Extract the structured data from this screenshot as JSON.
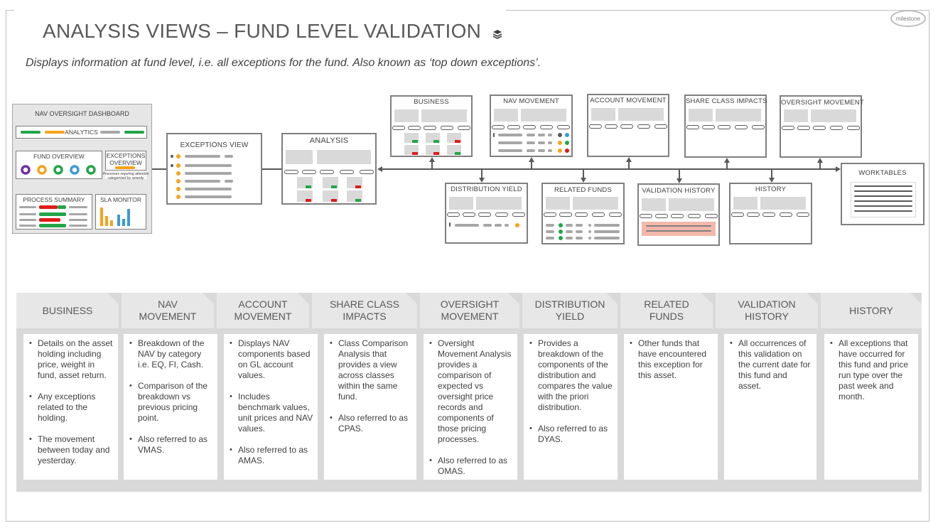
{
  "header": {
    "title": "ANALYSIS VIEWS – FUND LEVEL VALIDATION",
    "subtitle": "Displays information at fund level, i.e. all exceptions for the fund. Also known as ‘top down exceptions’.",
    "logo_text": "milestone"
  },
  "dashboard": {
    "title": "NAV OVERSIGHT DASHBOARD",
    "analytics": "ANALYTICS",
    "fund_overview": "FUND OVERVIEW",
    "exceptions_overview_1": "EXCEPTIONS",
    "exceptions_overview_2": "OVERVIEW",
    "exceptions_note_1": "Processes requiring attention",
    "exceptions_note_2": "categorized by severity",
    "process_summary": "PROCESS SUMMARY",
    "sla_monitor": "SLA MONITOR"
  },
  "diagram": {
    "exceptions_view": "EXCEPTIONS VIEW",
    "analysis": "ANALYSIS",
    "business": "BUSINESS",
    "nav_movement": "NAV MOVEMENT",
    "account_movement": "ACCOUNT MOVEMENT",
    "share_class_impacts": "SHARE CLASS IMPACTS",
    "oversight_movement": "OVERSIGHT MOVEMENT",
    "distribution_yield": "DISTRIBUTION YIELD",
    "related_funds": "RELATED FUNDS",
    "validation_history": "VALIDATION HISTORY",
    "history": "HISTORY",
    "worktables": "WORKTABLES"
  },
  "colors": {
    "green": "#21a547",
    "orange": "#f5a31a",
    "red": "#e01a1a",
    "blue": "#3d9ad6",
    "purple": "#7030a0",
    "highlight": "#f4b8ab"
  },
  "views": [
    {
      "title_1": "BUSINESS",
      "title_2": "",
      "bullets": [
        "Details on the asset holding including price, weight in fund, asset return.",
        "Any exceptions related to the holding.",
        "The movement between today and yesterday."
      ]
    },
    {
      "title_1": "NAV",
      "title_2": "MOVEMENT",
      "bullets": [
        "Breakdown of the NAV by category i.e. EQ, FI, Cash.",
        "Comparison of the breakdown vs previous pricing point.",
        "Also referred to as VMAS."
      ]
    },
    {
      "title_1": "ACCOUNT",
      "title_2": "MOVEMENT",
      "bullets": [
        "Displays NAV components based on GL account values.",
        "Includes benchmark values, unit prices and NAV values.",
        "Also referred to as AMAS."
      ]
    },
    {
      "title_1": "SHARE CLASS",
      "title_2": "IMPACTS",
      "bullets": [
        "Class Comparison Analysis that provides a view across classes within the same fund.",
        "Also referred to as CPAS."
      ]
    },
    {
      "title_1": "OVERSIGHT",
      "title_2": "MOVEMENT",
      "bullets": [
        "Oversight Movement Analysis provides a comparison of expected vs oversight price records and components of those pricing processes.",
        "Also referred to as OMAS."
      ]
    },
    {
      "title_1": "DISTRIBUTION",
      "title_2": "YIELD",
      "bullets": [
        "Provides a breakdown of the components of the distribution and compares the value with the priori distribution.",
        "Also referred to as DYAS."
      ]
    },
    {
      "title_1": "RELATED",
      "title_2": "FUNDS",
      "bullets": [
        "Other funds that have encountered this exception for this asset."
      ]
    },
    {
      "title_1": "VALIDATION",
      "title_2": "HISTORY",
      "bullets": [
        "All occurrences of this validation on the current date for this fund and asset."
      ]
    },
    {
      "title_1": "HISTORY",
      "title_2": "",
      "bullets": [
        "All exceptions that have occurred for this fund and price run type over the past week and month."
      ]
    }
  ]
}
